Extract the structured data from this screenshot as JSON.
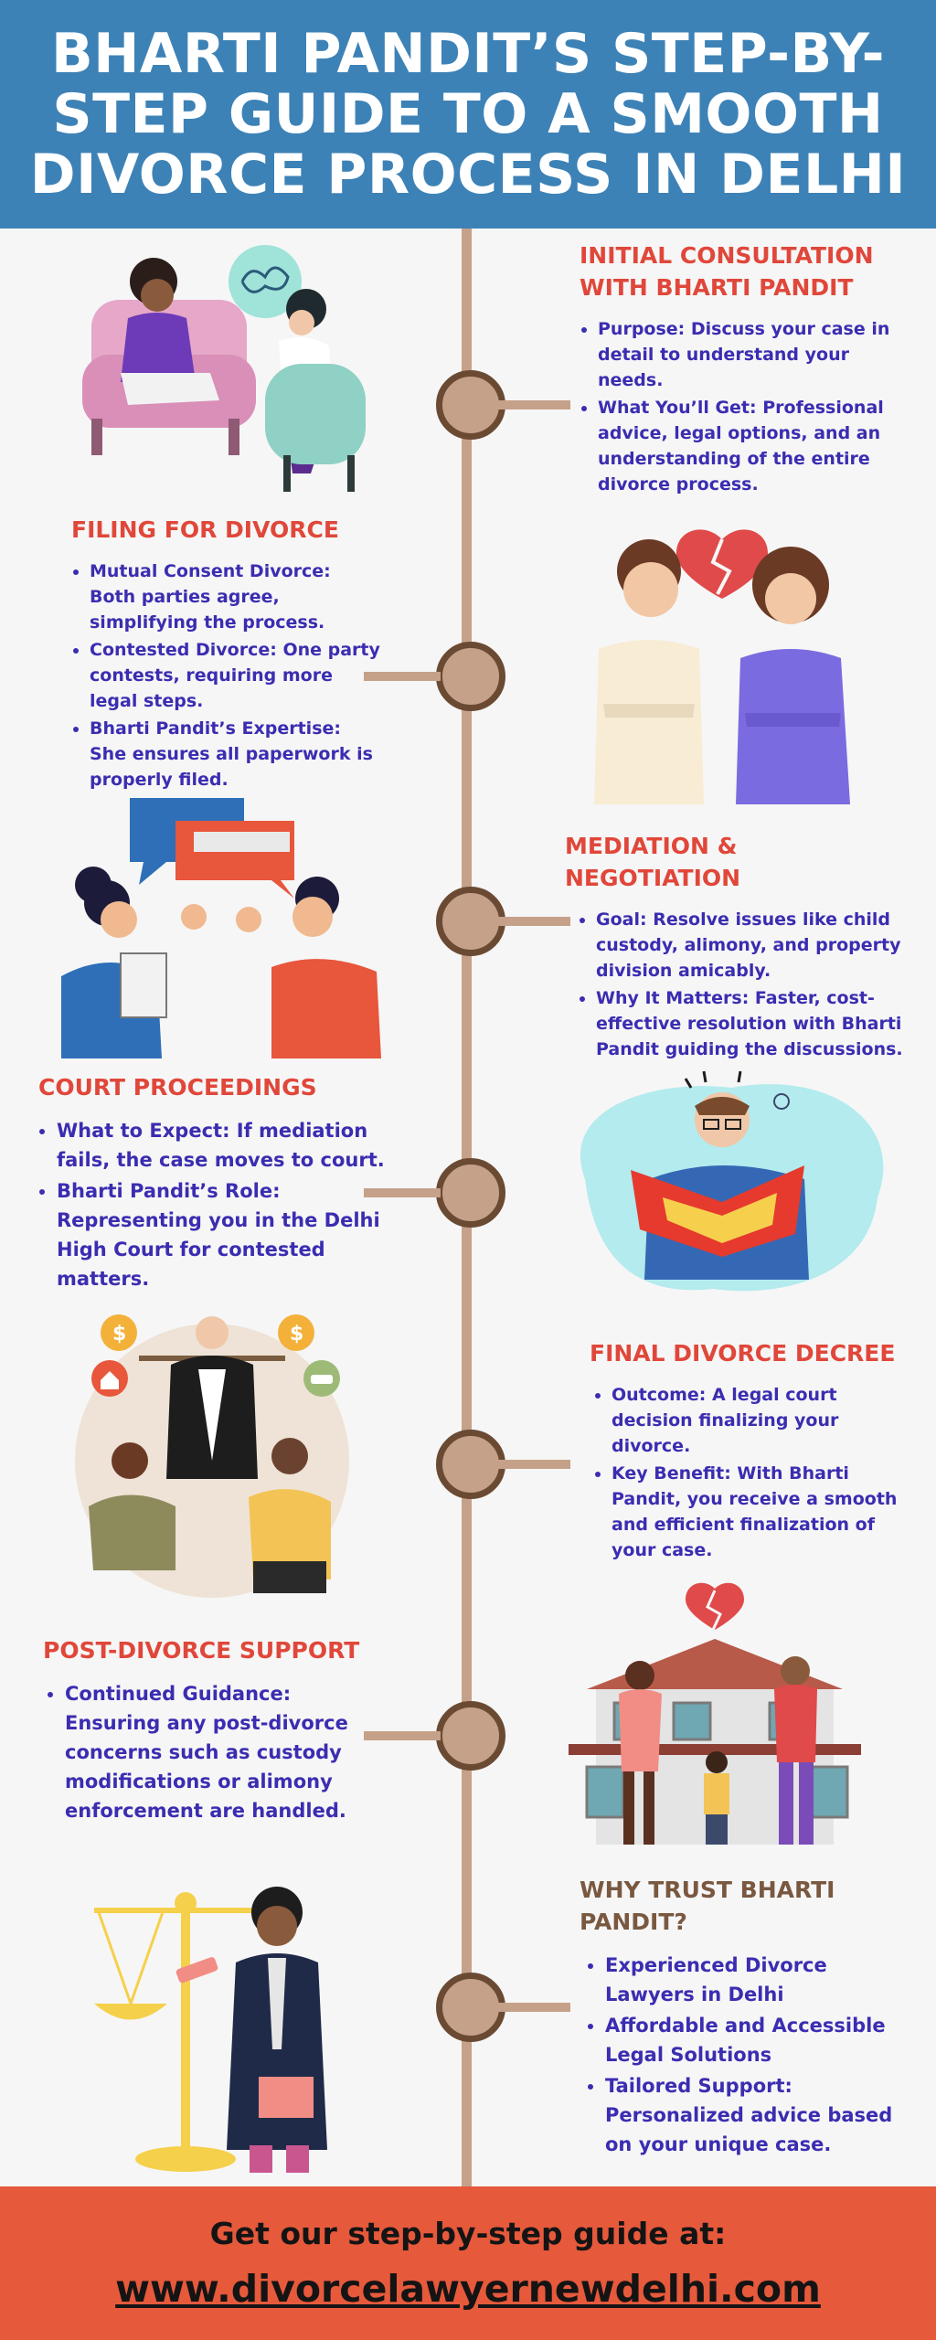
{
  "header": {
    "title": "BHARTI PANDIT’S STEP-BY-STEP GUIDE TO A SMOOTH DIVORCE PROCESS IN DELHI"
  },
  "colors": {
    "header_bg": "#3d82b6",
    "heading_red": "#e0473a",
    "heading_brown": "#7a5840",
    "bullet_text": "#3b2db1",
    "timeline": "#c6a189",
    "node_border": "#6b4a33",
    "footer_bg": "#e6593b"
  },
  "sections": [
    {
      "title": "INITIAL CONSULTATION WITH BHARTI PANDIT",
      "bullets": [
        "Purpose: Discuss your case in detail to understand your needs.",
        "What You’ll Get: Professional advice, legal options, and an understanding of the entire divorce process."
      ]
    },
    {
      "title": "FILING FOR DIVORCE",
      "bullets": [
        "Mutual Consent Divorce: Both parties agree, simplifying the process.",
        "Contested Divorce: One party contests, requiring more legal steps.",
        "Bharti Pandit’s Expertise: She ensures all paperwork is properly filed."
      ]
    },
    {
      "title": "MEDIATION & NEGOTIATION",
      "bullets": [
        "Goal: Resolve issues like child custody, alimony, and property division amicably.",
        "Why It Matters: Faster, cost-effective resolution with Bharti Pandit guiding the discussions."
      ]
    },
    {
      "title": "COURT PROCEEDINGS",
      "bullets": [
        "What to Expect: If mediation fails, the case moves to court.",
        "Bharti Pandit’s Role: Representing you in the Delhi High Court for contested matters."
      ]
    },
    {
      "title": "FINAL DIVORCE DECREE",
      "bullets": [
        "Outcome: A legal court decision finalizing your divorce.",
        "Key Benefit: With Bharti Pandit, you receive a smooth and efficient finalization of your case."
      ]
    },
    {
      "title": "POST-DIVORCE SUPPORT",
      "bullets": [
        "Continued Guidance: Ensuring any post-divorce concerns such as custody modifications or alimony enforcement are handled."
      ]
    },
    {
      "title": "WHY TRUST BHARTI PANDIT?",
      "bullets": [
        "Experienced Divorce Lawyers in Delhi",
        "Affordable and Accessible Legal Solutions",
        "Tailored Support: Personalized advice based on your unique case."
      ]
    }
  ],
  "footer": {
    "cta": "Get our step-by-step guide at:",
    "url": "www.divorcelawyernewdelhi.com"
  },
  "icons": [
    "therapy-session-icon",
    "broken-heart-couple-icon",
    "argument-speech-bubbles-icon",
    "stressed-man-reading-icon",
    "scales-asset-division-icon",
    "family-house-broken-heart-icon",
    "judge-scales-of-justice-icon"
  ]
}
